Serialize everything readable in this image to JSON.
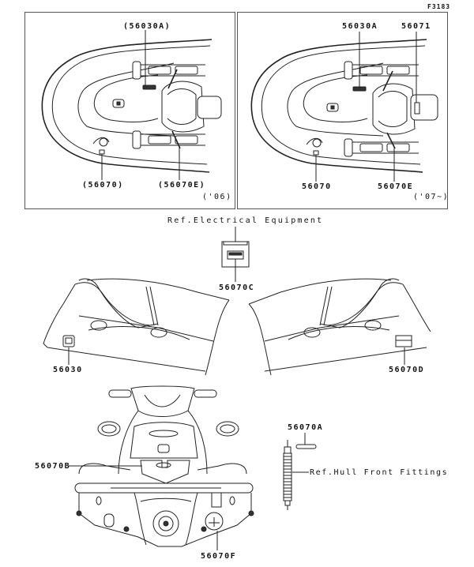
{
  "figure_id": "F3183",
  "panels": {
    "left": {
      "year": "('06)",
      "labels": {
        "top": "(56030A)",
        "bottom_left": "(56070)",
        "bottom_right": "(56070E)"
      }
    },
    "right": {
      "year": "('07~)",
      "labels": {
        "top_left": "56030A",
        "top_right": "56071",
        "bottom_left": "56070",
        "bottom_right": "56070E"
      }
    }
  },
  "battery": {
    "ref": "Ref.Electrical Equipment",
    "part": "56070C"
  },
  "side_views": {
    "left_part": "56030",
    "right_part": "56070D"
  },
  "rear_view": {
    "part_b": "56070B",
    "part_f": "56070F"
  },
  "hull_fitting": {
    "part": "56070A",
    "ref": "Ref.Hull Front Fittings"
  }
}
